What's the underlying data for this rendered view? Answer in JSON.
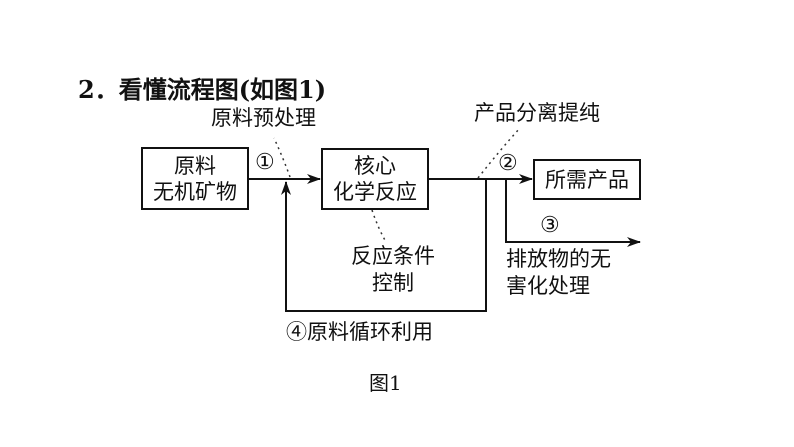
{
  "heading": "2．看懂流程图(如图1)",
  "boxes": {
    "raw_material": {
      "line1": "原料",
      "line2": "无机矿物"
    },
    "core_reaction": {
      "line1": "核心",
      "line2": "化学反应"
    },
    "product": {
      "line1": "所需产品"
    }
  },
  "annotations": {
    "pretreatment": "原料预处理",
    "separation": "产品分离提纯",
    "condition_control": {
      "line1": "反应条件",
      "line2": "控制"
    },
    "waste_treatment": {
      "line1": "排放物的无",
      "line2": "害化处理"
    },
    "recycle": "④原料循环利用"
  },
  "step_markers": {
    "one": "①",
    "two": "②",
    "three": "③"
  },
  "caption": "图1"
}
